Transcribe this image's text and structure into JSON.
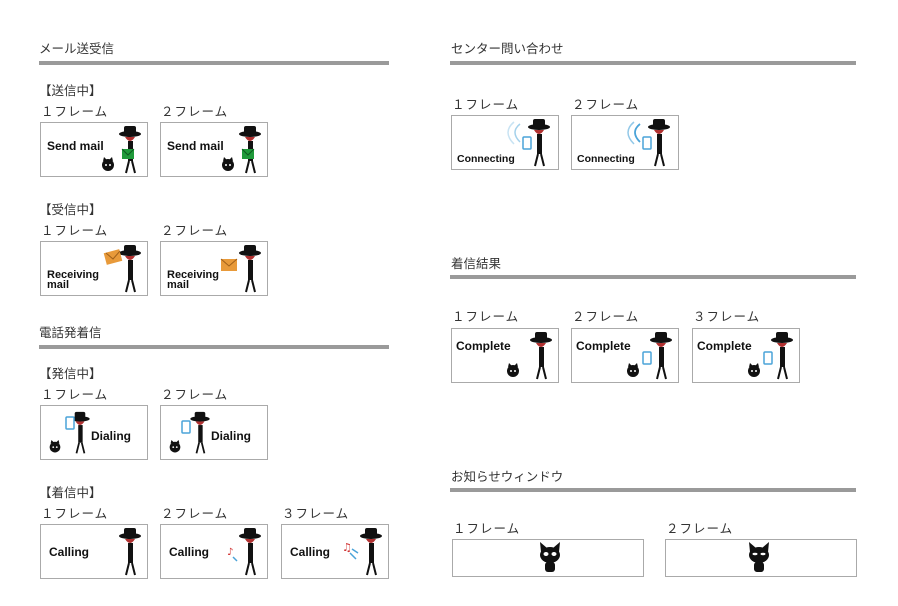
{
  "sections": {
    "mail": {
      "title": "メール送受信",
      "sending": {
        "label": "【送信中】",
        "frames": [
          {
            "label": "１フレーム",
            "caption": "Send mail"
          },
          {
            "label": "２フレーム",
            "caption": "Send mail"
          }
        ]
      },
      "receiving": {
        "label": "【受信中】",
        "frames": [
          {
            "label": "１フレーム",
            "caption": "Receiving mail"
          },
          {
            "label": "２フレーム",
            "caption": "Receiving mail"
          }
        ]
      }
    },
    "phone": {
      "title": "電話発着信",
      "dialing": {
        "label": "【発信中】",
        "frames": [
          {
            "label": "１フレーム",
            "caption": "Dialing"
          },
          {
            "label": "２フレーム",
            "caption": "Dialing"
          }
        ]
      },
      "incoming": {
        "label": "【着信中】",
        "frames": [
          {
            "label": "１フレーム",
            "caption": "Calling"
          },
          {
            "label": "２フレーム",
            "caption": "Calling"
          },
          {
            "label": "３フレーム",
            "caption": "Calling"
          }
        ]
      }
    },
    "center": {
      "title": "センター問い合わせ",
      "frames": [
        {
          "label": "１フレーム",
          "caption": "Connecting"
        },
        {
          "label": "２フレーム",
          "caption": "Connecting"
        }
      ]
    },
    "result": {
      "title": "着信結果",
      "frames": [
        {
          "label": "１フレーム",
          "caption": "Complete"
        },
        {
          "label": "２フレーム",
          "caption": "Complete"
        },
        {
          "label": "３フレーム",
          "caption": "Complete"
        }
      ]
    },
    "notice": {
      "title": "お知らせウィンドウ",
      "frames": [
        {
          "label": "１フレーム"
        },
        {
          "label": "２フレーム"
        }
      ]
    }
  },
  "colors": {
    "rule": "#9a9a9a",
    "envelope_green": "#1f9a3a",
    "envelope_orange": "#e89a3a",
    "phone_blue": "#4aa3d8",
    "hair_red": "#b03030"
  },
  "icons": [
    "man-with-hat-icon",
    "black-cat-icon",
    "envelope-icon",
    "mobile-phone-icon",
    "signal-waves-icon",
    "music-notes-icon"
  ]
}
